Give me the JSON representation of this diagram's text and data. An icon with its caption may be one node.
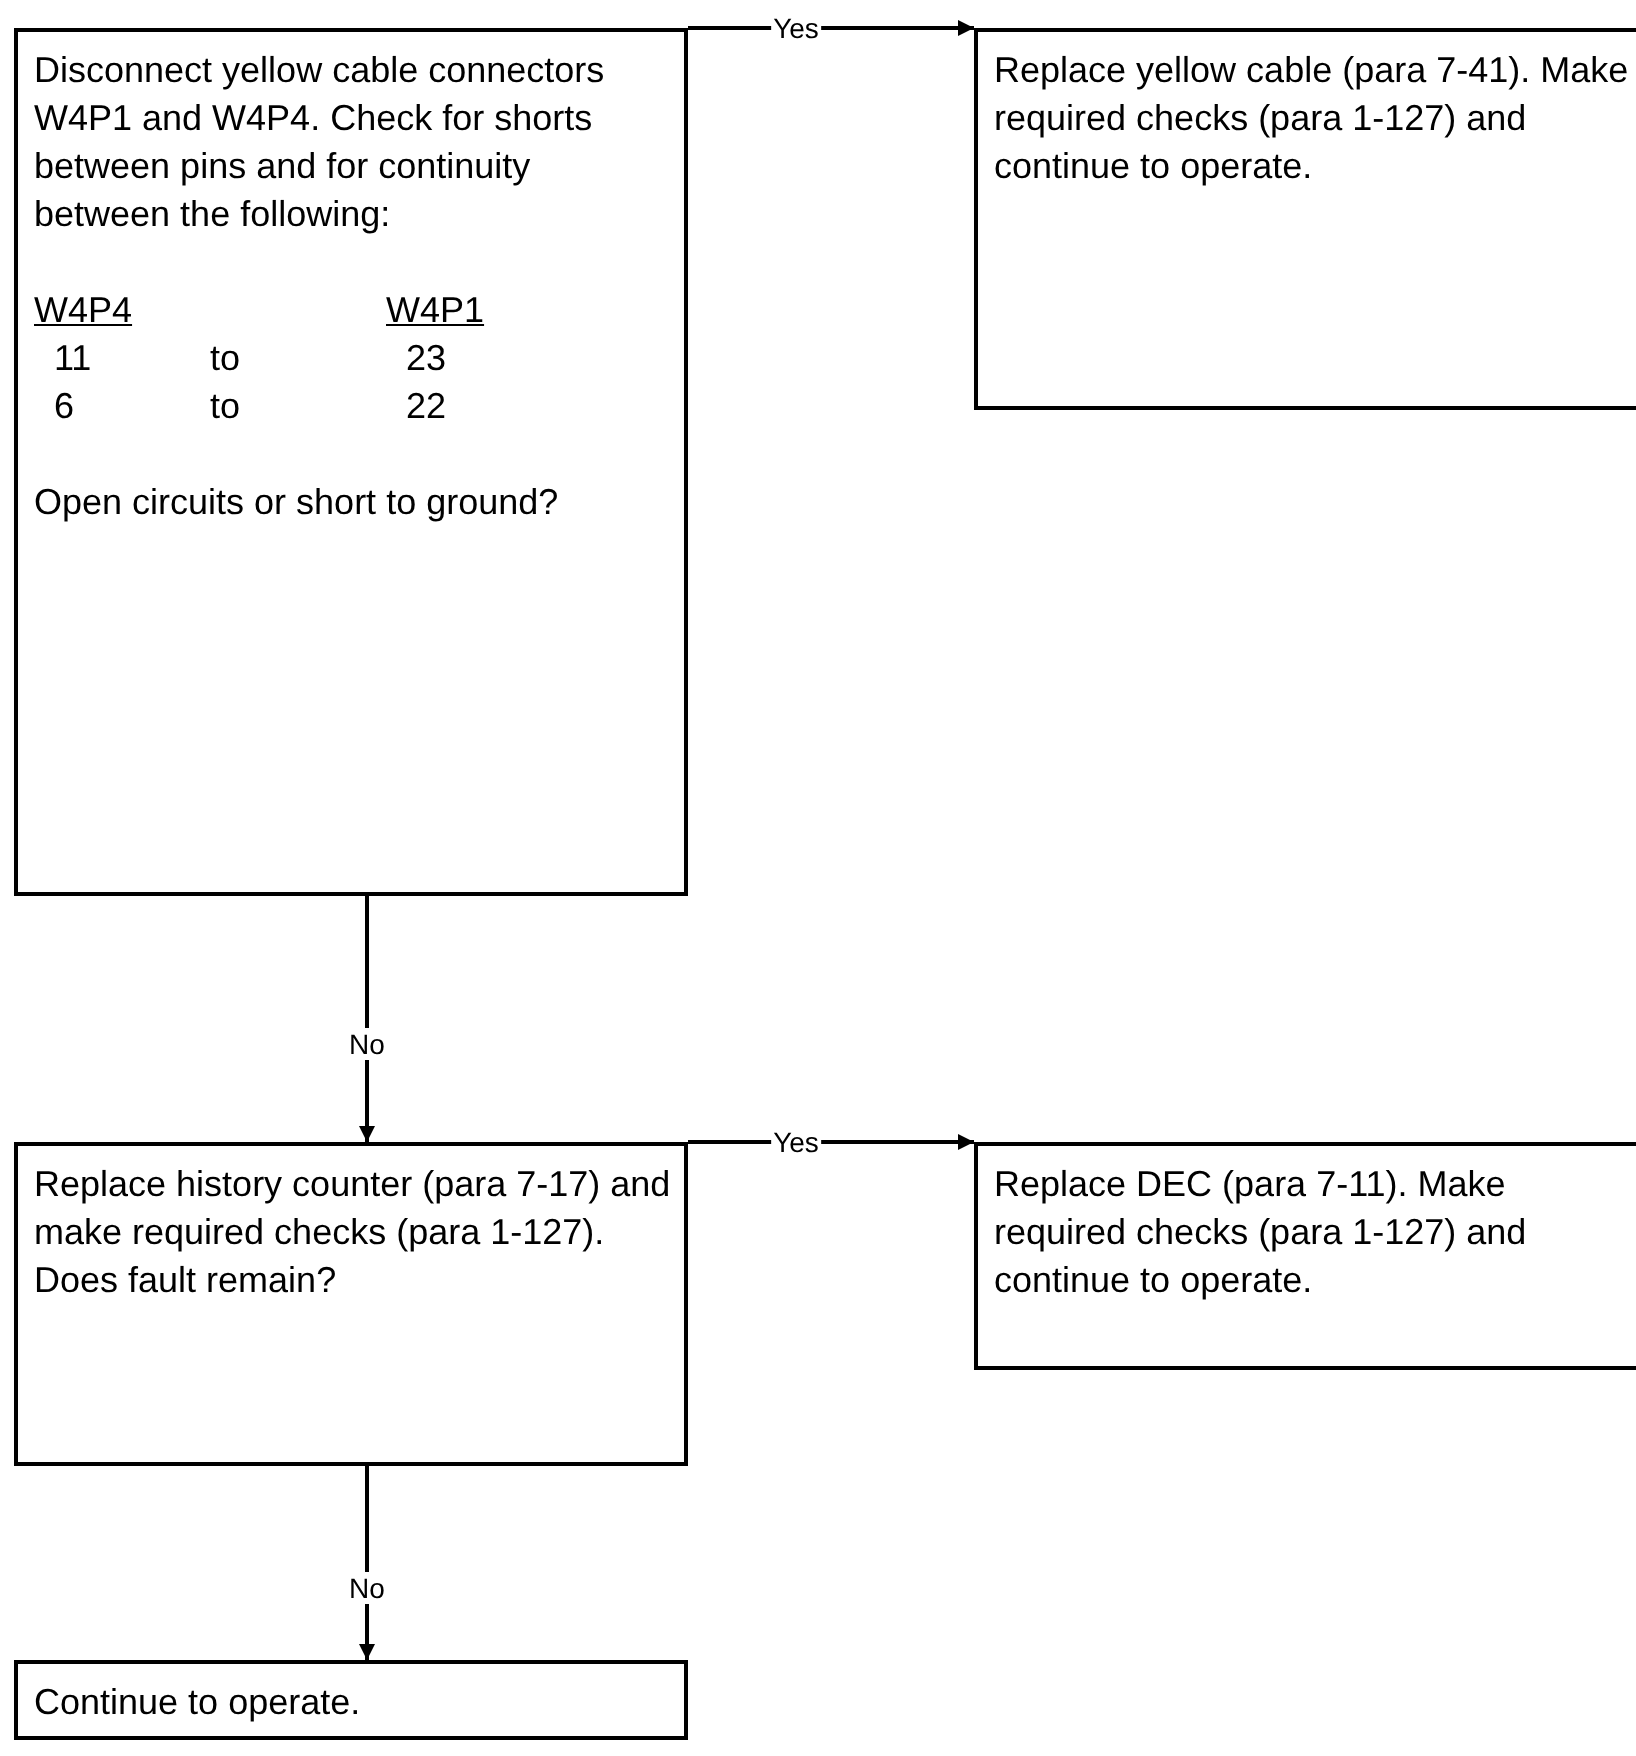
{
  "diagram": {
    "nodes": [
      {
        "text": [
          "Disconnect yellow cable connectors W4P1 and W4P4.  Check for shorts between pins and for continuity between the following:",
          "W4P4",
          "W4P1",
          "11",
          "to",
          "23",
          "6",
          "to",
          "22",
          "Open circuits or short to ground?"
        ]
      },
      {
        "text": [
          "Replace yellow cable (para 7-41).  Make required checks (para 1-127) and continue to operate."
        ]
      },
      {
        "text": [
          "Replace history counter (para 7-17) and make required checks (para 1-127).  Does fault remain?"
        ]
      },
      {
        "text": [
          "Replace DEC (para 7-11).  Make required checks (para 1-127) and continue to operate."
        ]
      },
      {
        "text": [
          "Continue to operate."
        ]
      }
    ],
    "edges": [
      {
        "from": 0,
        "to": 1,
        "arrow": "to",
        "label": "Yes"
      },
      {
        "from": 0,
        "to": 2,
        "arrow": "to",
        "label": "No"
      },
      {
        "from": 2,
        "to": 3,
        "arrow": "to",
        "label": "Yes"
      },
      {
        "from": 2,
        "to": 4,
        "arrow": "to",
        "label": "No"
      }
    ]
  }
}
